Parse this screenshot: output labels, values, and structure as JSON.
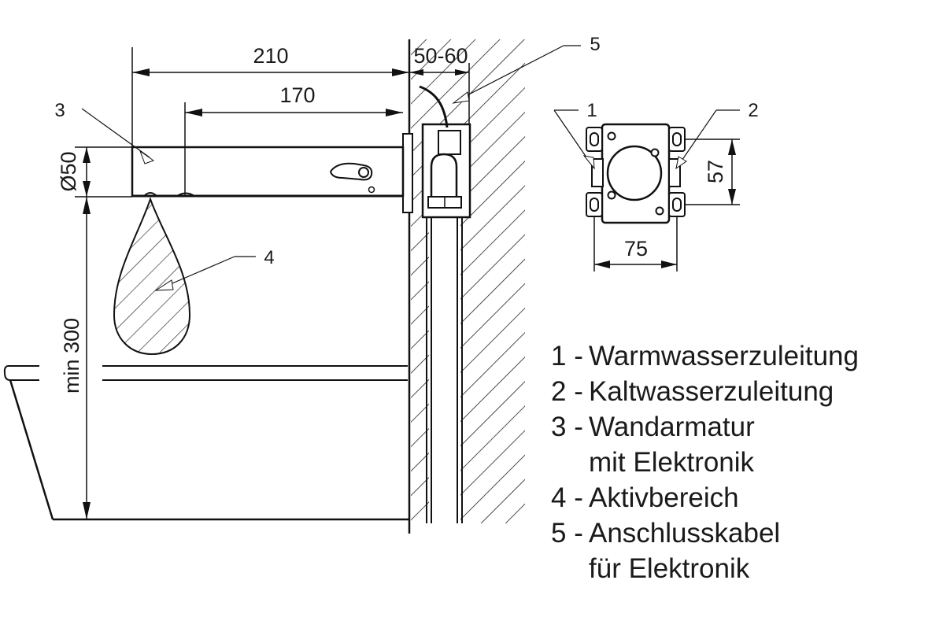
{
  "dimensions": {
    "length_210": "210",
    "length_170": "170",
    "wall_gap": "50-60",
    "diameter": "Ø50",
    "min_height": "min 300",
    "box_height": "57",
    "box_width": "75"
  },
  "callouts": {
    "c1": "1",
    "c2": "2",
    "c3": "3",
    "c4": "4",
    "c5": "5"
  },
  "legend": [
    {
      "num": "1 -",
      "lines": [
        "Warmwasserzuleitung"
      ]
    },
    {
      "num": "2 -",
      "lines": [
        "Kaltwasserzuleitung"
      ]
    },
    {
      "num": "3 -",
      "lines": [
        "Wandarmatur",
        "mit Elektronik"
      ]
    },
    {
      "num": "4 -",
      "lines": [
        "Aktivbereich"
      ]
    },
    {
      "num": "5 -",
      "lines": [
        "Anschlusskabel",
        "für Elektronik"
      ]
    }
  ]
}
